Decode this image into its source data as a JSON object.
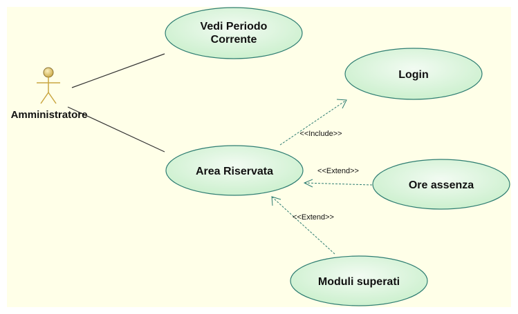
{
  "actor": {
    "name": "Amministratore"
  },
  "use_cases": {
    "vedi_periodo": {
      "line1": "Vedi Periodo",
      "line2": "Corrente"
    },
    "login": {
      "label": "Login"
    },
    "area_riservata": {
      "label": "Area Riservata"
    },
    "ore_assenza": {
      "label": "Ore assenza"
    },
    "moduli_superati": {
      "label": "Moduli superati"
    }
  },
  "relationships": {
    "include_label": "<<Include>>",
    "extend_ore_label": "<<Extend>>",
    "extend_moduli_label": "<<Extend>>"
  },
  "colors": {
    "canvas_background": "#ffffe8",
    "use_case_fill_light": "#f2fbf2",
    "use_case_fill_dark": "#c9efcb",
    "use_case_border": "#2e7d72",
    "dashed_line": "#2e7d72",
    "association_line": "#333333",
    "actor_fill": "#e2c463",
    "actor_stroke": "#8a7230"
  }
}
